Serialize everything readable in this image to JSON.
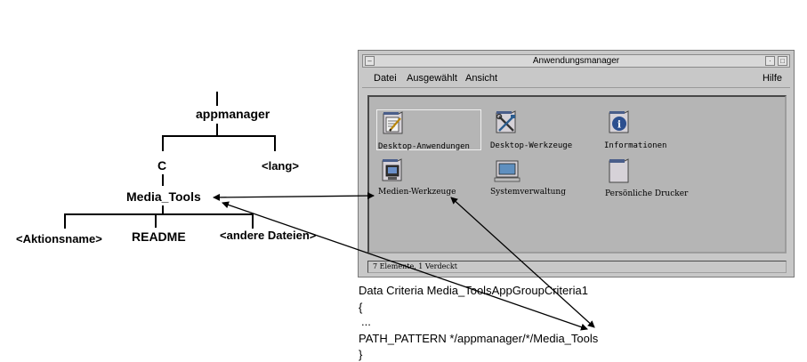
{
  "tree": {
    "root": "appmanager",
    "c": "C",
    "lang": "<lang>",
    "media_tools": "Media_Tools",
    "aktionsname": "<Aktionsname>",
    "readme": "README",
    "andere": "<andere Dateien>"
  },
  "window": {
    "title": "Anwendungsmanager",
    "menu": {
      "datei": "Datei",
      "ausgewaehlt": "Ausgewählt",
      "ansicht": "Ansicht",
      "hilfe": "Hilfe"
    },
    "icons": [
      {
        "label": "Desktop-Anwendungen",
        "icon": "notepad-pencil-icon"
      },
      {
        "label": "Desktop-Werkzeuge",
        "icon": "tools-icon"
      },
      {
        "label": "Informationen",
        "icon": "info-icon"
      },
      {
        "label": "Medien-Werkzeuge",
        "icon": "media-tools-icon"
      },
      {
        "label": "Systemverwaltung",
        "icon": "monitor-icon"
      },
      {
        "label": "Persönliche Drucker",
        "icon": "folder-icon"
      }
    ],
    "status": "7 Elemente, 1 Verdeckt"
  },
  "code": {
    "line1": "Data Criteria Media_ToolsAppGroupCriteria1",
    "line2": "{",
    "line3": "...",
    "line4": "PATH_PATTERN */appmanager/*/Media_Tools",
    "line5": "}"
  },
  "colors": {
    "window_bg": "#c8c8c8",
    "content_bg": "#b5b5b5",
    "folder": "#d6d2d8",
    "folder_tab": "#4a5e8a"
  }
}
